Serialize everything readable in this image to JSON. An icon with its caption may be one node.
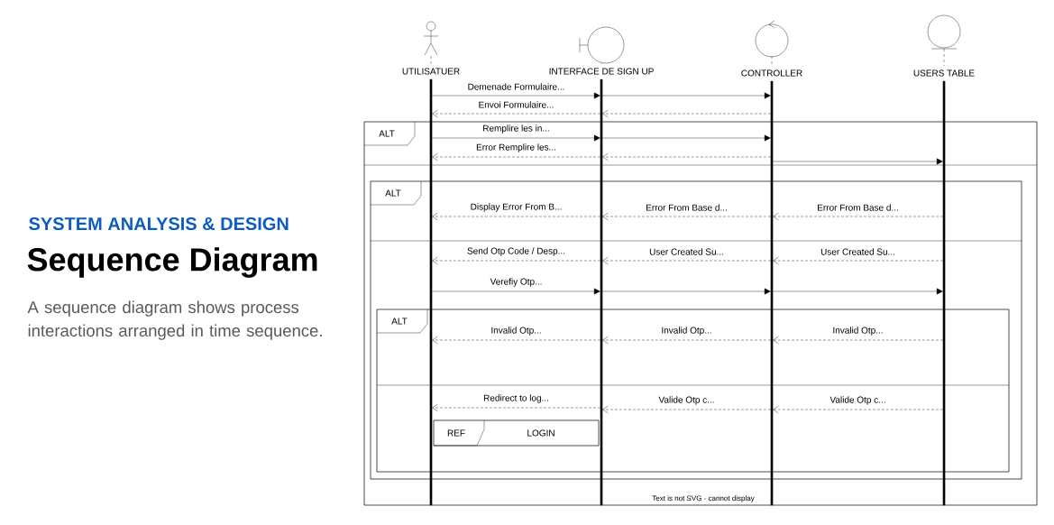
{
  "diagram": {
    "title": "Sequence Diagram",
    "nodes": [
      {
        "text": [
          "UTILISATUER"
        ]
      },
      {
        "text": [
          "INTERFACE DE SIGN UP"
        ]
      },
      {
        "text": [
          "CONTROLLER"
        ]
      },
      {
        "text": [
          "USERS TABLE"
        ]
      },
      {
        "text": [
          "ALT"
        ]
      },
      {
        "text": [
          "ALT"
        ],
        "in": 4
      },
      {
        "text": [
          "ALT"
        ],
        "in": 5
      },
      {
        "text": [
          "REF",
          "LOGIN"
        ],
        "in": 6
      }
    ],
    "edges": [
      {
        "from": 0,
        "to": 1,
        "arrow": "to",
        "label": "Demenade Formulaire..."
      },
      {
        "from": 1,
        "to": 2,
        "arrow": "to"
      },
      {
        "from": 2,
        "to": 1,
        "arrow": "to",
        "style": "dashed"
      },
      {
        "from": 1,
        "to": 0,
        "arrow": "to",
        "style": "dashed",
        "label": "Envoi Formulaire..."
      },
      {
        "from": 0,
        "to": 1,
        "arrow": "to",
        "label": "Remplire les in..."
      },
      {
        "from": 1,
        "to": 2,
        "arrow": "to"
      },
      {
        "from": 2,
        "to": 1,
        "arrow": "to",
        "style": "dashed"
      },
      {
        "from": 1,
        "to": 0,
        "arrow": "to",
        "style": "dashed",
        "label": "Error Remplire les..."
      },
      {
        "from": 2,
        "to": 3,
        "arrow": "to"
      },
      {
        "from": 3,
        "to": 2,
        "arrow": "to",
        "style": "dashed",
        "label": "Error From Base d..."
      },
      {
        "from": 2,
        "to": 1,
        "arrow": "to",
        "style": "dashed",
        "label": "Error From Base d..."
      },
      {
        "from": 1,
        "to": 0,
        "arrow": "to",
        "style": "dashed",
        "label": "Display Error From B..."
      },
      {
        "from": 3,
        "to": 2,
        "arrow": "to",
        "style": "dashed",
        "label": "User Created Su..."
      },
      {
        "from": 2,
        "to": 1,
        "arrow": "to",
        "style": "dashed",
        "label": "User Created Su..."
      },
      {
        "from": 1,
        "to": 0,
        "arrow": "to",
        "style": "dashed",
        "label": "Send Otp Code / Desp..."
      },
      {
        "from": 0,
        "to": 1,
        "arrow": "to",
        "label": "Verefiy Otp..."
      },
      {
        "from": 1,
        "to": 2,
        "arrow": "to"
      },
      {
        "from": 2,
        "to": 3,
        "arrow": "to"
      },
      {
        "from": 3,
        "to": 2,
        "arrow": "to",
        "style": "dashed",
        "label": "Invalid Otp..."
      },
      {
        "from": 2,
        "to": 1,
        "arrow": "to",
        "style": "dashed",
        "label": "Invalid Otp..."
      },
      {
        "from": 1,
        "to": 0,
        "arrow": "to",
        "style": "dashed",
        "label": "Invalid Otp..."
      },
      {
        "from": 3,
        "to": 2,
        "arrow": "to",
        "style": "dashed",
        "label": "Valide Otp c..."
      },
      {
        "from": 2,
        "to": 1,
        "arrow": "to",
        "style": "dashed",
        "label": "Valide Otp c..."
      },
      {
        "from": 1,
        "to": 0,
        "arrow": "to",
        "style": "dashed",
        "label": "Redirect to log..."
      }
    ],
    "labels": [
      "SYSTEM ANALYSIS & DESIGN",
      "A sequence diagram shows process interactions arranged in time sequence.",
      "Text is not SVG - cannot display"
    ]
  }
}
